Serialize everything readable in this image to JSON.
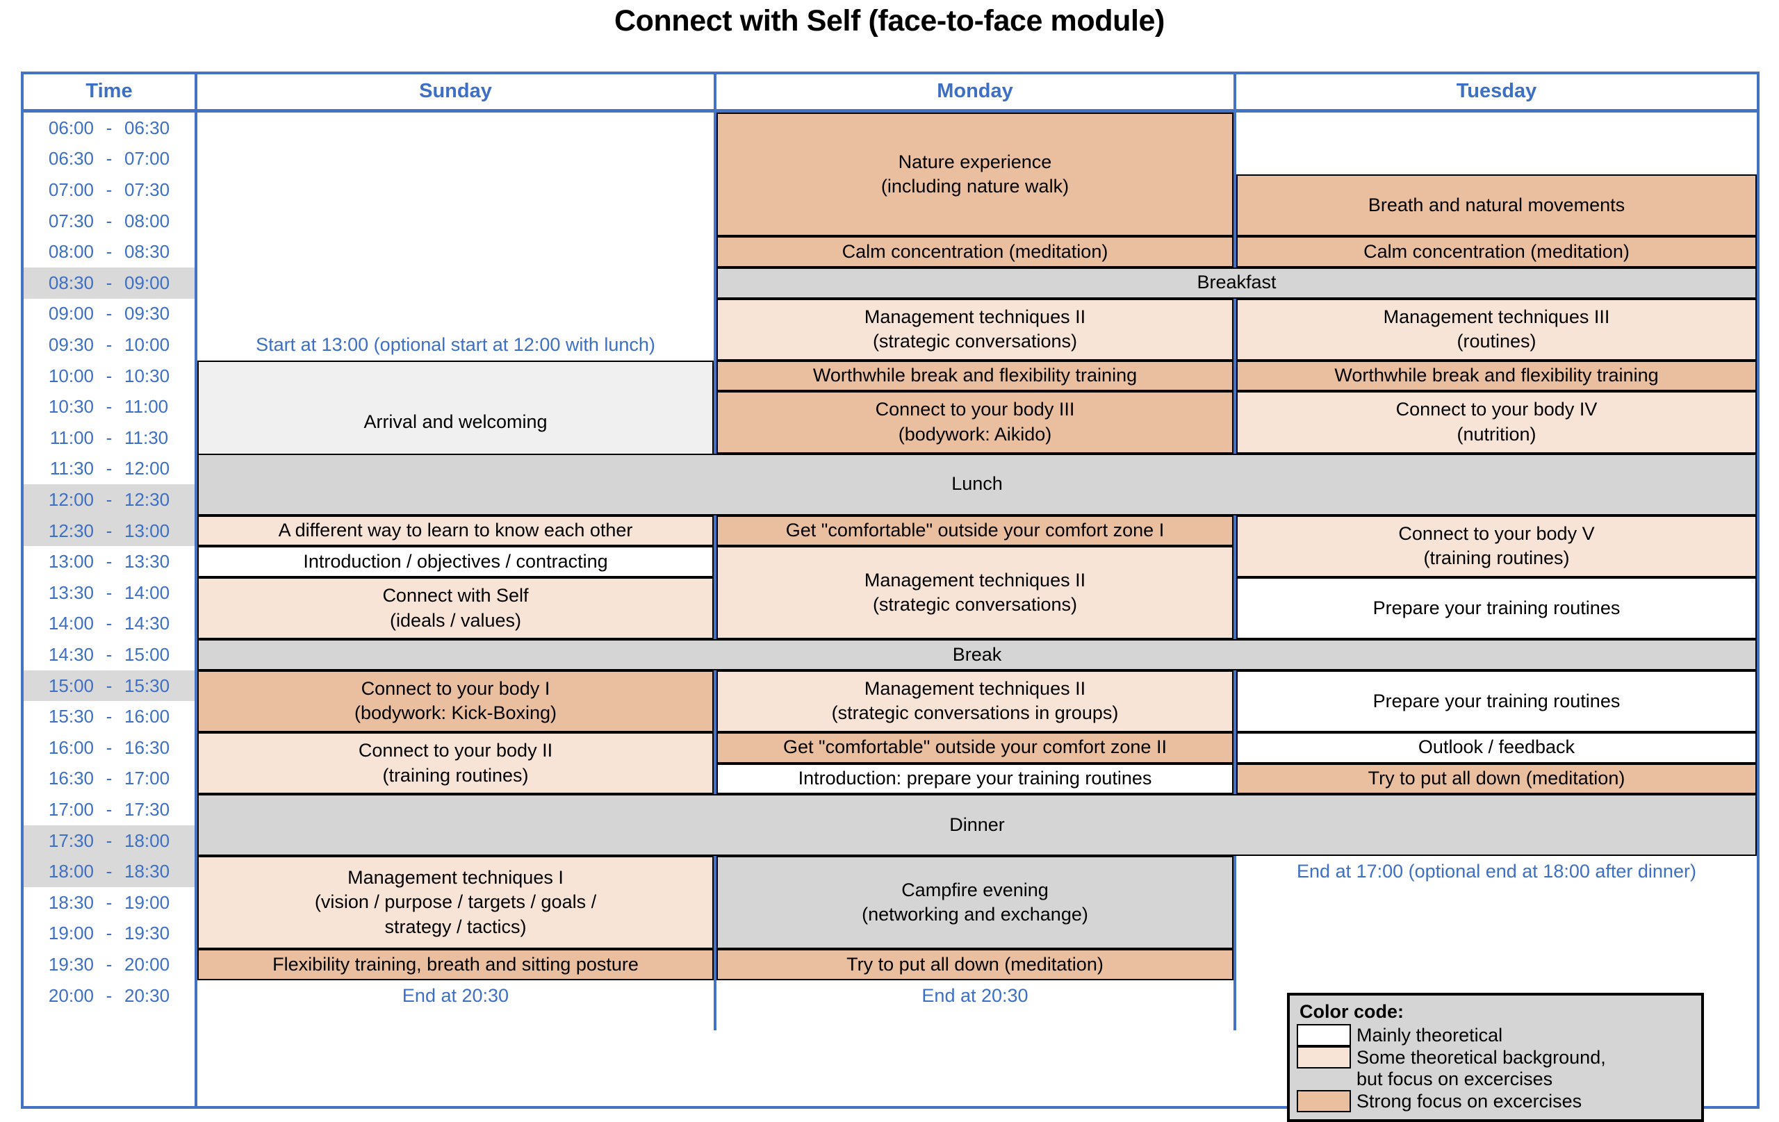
{
  "title": "Connect with Self (face-to-face module)",
  "columns": {
    "time": "Time",
    "sunday": "Sunday",
    "monday": "Monday",
    "tuesday": "Tuesday"
  },
  "time_slots": [
    {
      "start": "06:00",
      "dash": "-",
      "end": "06:30",
      "shaded": false
    },
    {
      "start": "06:30",
      "dash": "-",
      "end": "07:00",
      "shaded": false
    },
    {
      "start": "07:00",
      "dash": "-",
      "end": "07:30",
      "shaded": false
    },
    {
      "start": "07:30",
      "dash": "-",
      "end": "08:00",
      "shaded": false
    },
    {
      "start": "08:00",
      "dash": "-",
      "end": "08:30",
      "shaded": false
    },
    {
      "start": "08:30",
      "dash": "-",
      "end": "09:00",
      "shaded": true
    },
    {
      "start": "09:00",
      "dash": "-",
      "end": "09:30",
      "shaded": false
    },
    {
      "start": "09:30",
      "dash": "-",
      "end": "10:00",
      "shaded": false
    },
    {
      "start": "10:00",
      "dash": "-",
      "end": "10:30",
      "shaded": false
    },
    {
      "start": "10:30",
      "dash": "-",
      "end": "11:00",
      "shaded": false
    },
    {
      "start": "11:00",
      "dash": "-",
      "end": "11:30",
      "shaded": false
    },
    {
      "start": "11:30",
      "dash": "-",
      "end": "12:00",
      "shaded": false
    },
    {
      "start": "12:00",
      "dash": "-",
      "end": "12:30",
      "shaded": true
    },
    {
      "start": "12:30",
      "dash": "-",
      "end": "13:00",
      "shaded": true
    },
    {
      "start": "13:00",
      "dash": "-",
      "end": "13:30",
      "shaded": false
    },
    {
      "start": "13:30",
      "dash": "-",
      "end": "14:00",
      "shaded": false
    },
    {
      "start": "14:00",
      "dash": "-",
      "end": "14:30",
      "shaded": false
    },
    {
      "start": "14:30",
      "dash": "-",
      "end": "15:00",
      "shaded": false
    },
    {
      "start": "15:00",
      "dash": "-",
      "end": "15:30",
      "shaded": true
    },
    {
      "start": "15:30",
      "dash": "-",
      "end": "16:00",
      "shaded": false
    },
    {
      "start": "16:00",
      "dash": "-",
      "end": "16:30",
      "shaded": false
    },
    {
      "start": "16:30",
      "dash": "-",
      "end": "17:00",
      "shaded": false
    },
    {
      "start": "17:00",
      "dash": "-",
      "end": "17:30",
      "shaded": false
    },
    {
      "start": "17:30",
      "dash": "-",
      "end": "18:00",
      "shaded": true
    },
    {
      "start": "18:00",
      "dash": "-",
      "end": "18:30",
      "shaded": true
    },
    {
      "start": "18:30",
      "dash": "-",
      "end": "19:00",
      "shaded": false
    },
    {
      "start": "19:00",
      "dash": "-",
      "end": "19:30",
      "shaded": false
    },
    {
      "start": "19:30",
      "dash": "-",
      "end": "20:00",
      "shaded": false
    },
    {
      "start": "20:00",
      "dash": "-",
      "end": "20:30",
      "shaded": false
    }
  ],
  "events": [
    {
      "day": "monday",
      "row": 0,
      "span": 4,
      "lines": [
        "Nature experience",
        "(including nature walk)"
      ],
      "color": "c-strong"
    },
    {
      "day": "tuesday",
      "row": 2,
      "span": 2,
      "lines": [
        "Breath and natural movements"
      ],
      "color": "c-strong"
    },
    {
      "day": "monday",
      "row": 4,
      "span": 1,
      "lines": [
        "Calm concentration (meditation)"
      ],
      "color": "c-strong"
    },
    {
      "day": "tuesday",
      "row": 4,
      "span": 1,
      "lines": [
        "Calm concentration (meditation)"
      ],
      "color": "c-strong"
    },
    {
      "day": "montue",
      "row": 5,
      "span": 1,
      "lines": [
        "Breakfast"
      ],
      "color": "c-gray"
    },
    {
      "day": "monday",
      "row": 6,
      "span": 2,
      "lines": [
        "Management techniques II",
        "(strategic conversations)"
      ],
      "color": "c-light"
    },
    {
      "day": "tuesday",
      "row": 6,
      "span": 2,
      "lines": [
        "Management techniques III",
        "(routines)"
      ],
      "color": "c-light"
    },
    {
      "day": "sunday",
      "row": 8,
      "span": 4,
      "lines": [
        "Arrival and welcoming"
      ],
      "color": "c-vlight"
    },
    {
      "day": "monday",
      "row": 8,
      "span": 1,
      "lines": [
        "Worthwhile break and flexibility training"
      ],
      "color": "c-strong"
    },
    {
      "day": "tuesday",
      "row": 8,
      "span": 1,
      "lines": [
        "Worthwhile break and flexibility training"
      ],
      "color": "c-strong"
    },
    {
      "day": "monday",
      "row": 9,
      "span": 2,
      "lines": [
        "Connect to your body III",
        "(bodywork: Aikido)"
      ],
      "color": "c-strong"
    },
    {
      "day": "tuesday",
      "row": 9,
      "span": 2,
      "lines": [
        "Connect to your body IV",
        "(nutrition)"
      ],
      "color": "c-light"
    },
    {
      "day": "all",
      "row": 11,
      "span": 2,
      "lines": [
        "Lunch"
      ],
      "color": "c-gray"
    },
    {
      "day": "sunday",
      "row": 13,
      "span": 1,
      "lines": [
        "A different way to learn to know each other"
      ],
      "color": "c-light"
    },
    {
      "day": "monday",
      "row": 13,
      "span": 1,
      "lines": [
        "Get \"comfortable\" outside your comfort zone I"
      ],
      "color": "c-strong"
    },
    {
      "day": "tuesday",
      "row": 13,
      "span": 2,
      "lines": [
        "Connect to your body V",
        "(training routines)"
      ],
      "color": "c-light"
    },
    {
      "day": "sunday",
      "row": 14,
      "span": 1,
      "lines": [
        "Introduction / objectives / contracting"
      ],
      "color": "c-white"
    },
    {
      "day": "monday",
      "row": 14,
      "span": 3,
      "lines": [
        "Management techniques II",
        "(strategic conversations)"
      ],
      "color": "c-light"
    },
    {
      "day": "sunday",
      "row": 15,
      "span": 2,
      "lines": [
        "Connect with Self",
        "(ideals / values)"
      ],
      "color": "c-light"
    },
    {
      "day": "tuesday",
      "row": 15,
      "span": 2,
      "lines": [
        "Prepare your training routines"
      ],
      "color": "c-white"
    },
    {
      "day": "all",
      "row": 17,
      "span": 1,
      "lines": [
        "Break"
      ],
      "color": "c-gray"
    },
    {
      "day": "sunday",
      "row": 18,
      "span": 2,
      "lines": [
        "Connect to your body I",
        "(bodywork: Kick-Boxing)"
      ],
      "color": "c-strong"
    },
    {
      "day": "monday",
      "row": 18,
      "span": 2,
      "lines": [
        "Management techniques II",
        "(strategic conversations in groups)"
      ],
      "color": "c-light"
    },
    {
      "day": "tuesday",
      "row": 18,
      "span": 2,
      "lines": [
        "Prepare your training routines"
      ],
      "color": "c-white"
    },
    {
      "day": "sunday",
      "row": 20,
      "span": 2,
      "lines": [
        "Connect to your body II",
        "(training routines)"
      ],
      "color": "c-light"
    },
    {
      "day": "monday",
      "row": 20,
      "span": 1,
      "lines": [
        "Get \"comfortable\" outside your comfort zone II"
      ],
      "color": "c-strong"
    },
    {
      "day": "tuesday",
      "row": 20,
      "span": 1,
      "lines": [
        "Outlook / feedback"
      ],
      "color": "c-white"
    },
    {
      "day": "monday",
      "row": 21,
      "span": 1,
      "lines": [
        "Introduction: prepare your training routines"
      ],
      "color": "c-white"
    },
    {
      "day": "tuesday",
      "row": 21,
      "span": 1,
      "lines": [
        "Try to put all down (meditation)"
      ],
      "color": "c-strong"
    },
    {
      "day": "all",
      "row": 22,
      "span": 2,
      "lines": [
        "Dinner"
      ],
      "color": "c-gray"
    },
    {
      "day": "sunday",
      "row": 24,
      "span": 3,
      "lines": [
        "Management techniques I",
        "(vision / purpose / targets / goals /",
        "strategy / tactics)"
      ],
      "color": "c-light"
    },
    {
      "day": "monday",
      "row": 24,
      "span": 3,
      "lines": [
        "Campfire evening",
        "(networking and exchange)"
      ],
      "color": "c-gray"
    },
    {
      "day": "sunday",
      "row": 27,
      "span": 1,
      "lines": [
        "Flexibility training, breath and sitting posture"
      ],
      "color": "c-strong"
    },
    {
      "day": "monday",
      "row": 27,
      "span": 1,
      "lines": [
        "Try to put all down (meditation)"
      ],
      "color": "c-strong"
    }
  ],
  "notes": {
    "sunday_start": "Start at 13:00 (optional start at 12:00 with lunch)",
    "sunday_end": "End at 20:30",
    "monday_end": "End at 20:30",
    "tuesday_end": "End at 17:00 (optional end at 18:00 after dinner)"
  },
  "legend": {
    "heading": "Color code:",
    "items": [
      {
        "swatch": "#ffffff",
        "label": "Mainly theoretical",
        "label2": ""
      },
      {
        "swatch": "#f7e4d7",
        "label": "Some theoretical background,",
        "label2": "but focus on excercises"
      },
      {
        "swatch": "#eabf9f",
        "label": "Strong focus on excercises",
        "label2": ""
      }
    ]
  },
  "colors": {
    "frame_blue": "#4472c4",
    "text_blue": "#3d6fc4",
    "theoretical": "#ffffff",
    "some_theory": "#f7e4d7",
    "strong_exercise": "#eabf9f",
    "meal_gray": "#d5d5d5"
  }
}
